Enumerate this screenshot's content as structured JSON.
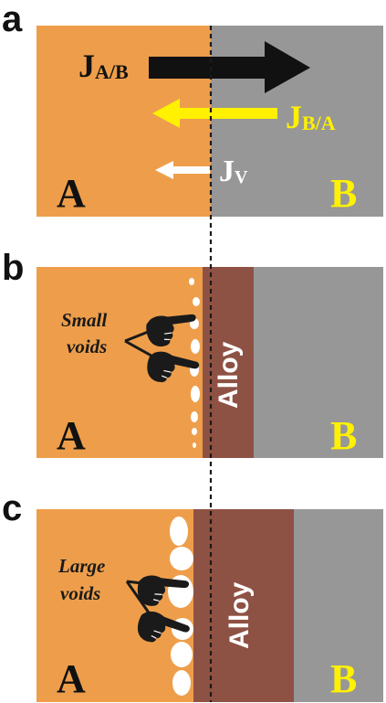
{
  "colors": {
    "metal_a": "#EE9E4B",
    "metal_b": "#979797",
    "alloy": "#8E5244",
    "flux_ab": "#111111",
    "flux_ba": "#FFF100",
    "flux_v": "#FFFFFF",
    "label_a": "#111111",
    "label_b": "#FFF100",
    "void": "#FFFFFF"
  },
  "panel_a": {
    "letter": "a",
    "metal_a_label": "A",
    "metal_b_label": "B",
    "flux_ab": {
      "symbol": "J",
      "subscript": "A/B"
    },
    "flux_ba": {
      "symbol": "J",
      "subscript": "B/A"
    },
    "flux_v": {
      "symbol": "J",
      "subscript": "V"
    }
  },
  "panel_b": {
    "letter": "b",
    "metal_a_label": "A",
    "metal_b_label": "B",
    "alloy_label": "Alloy",
    "voids_line1": "Small",
    "voids_line2": "voids",
    "pointer_icon": "pointing-hand-icon"
  },
  "panel_c": {
    "letter": "c",
    "metal_a_label": "A",
    "metal_b_label": "B",
    "alloy_label": "Alloy",
    "voids_line1": "Large",
    "voids_line2": "voids",
    "pointer_icon": "pointing-hand-icon"
  }
}
